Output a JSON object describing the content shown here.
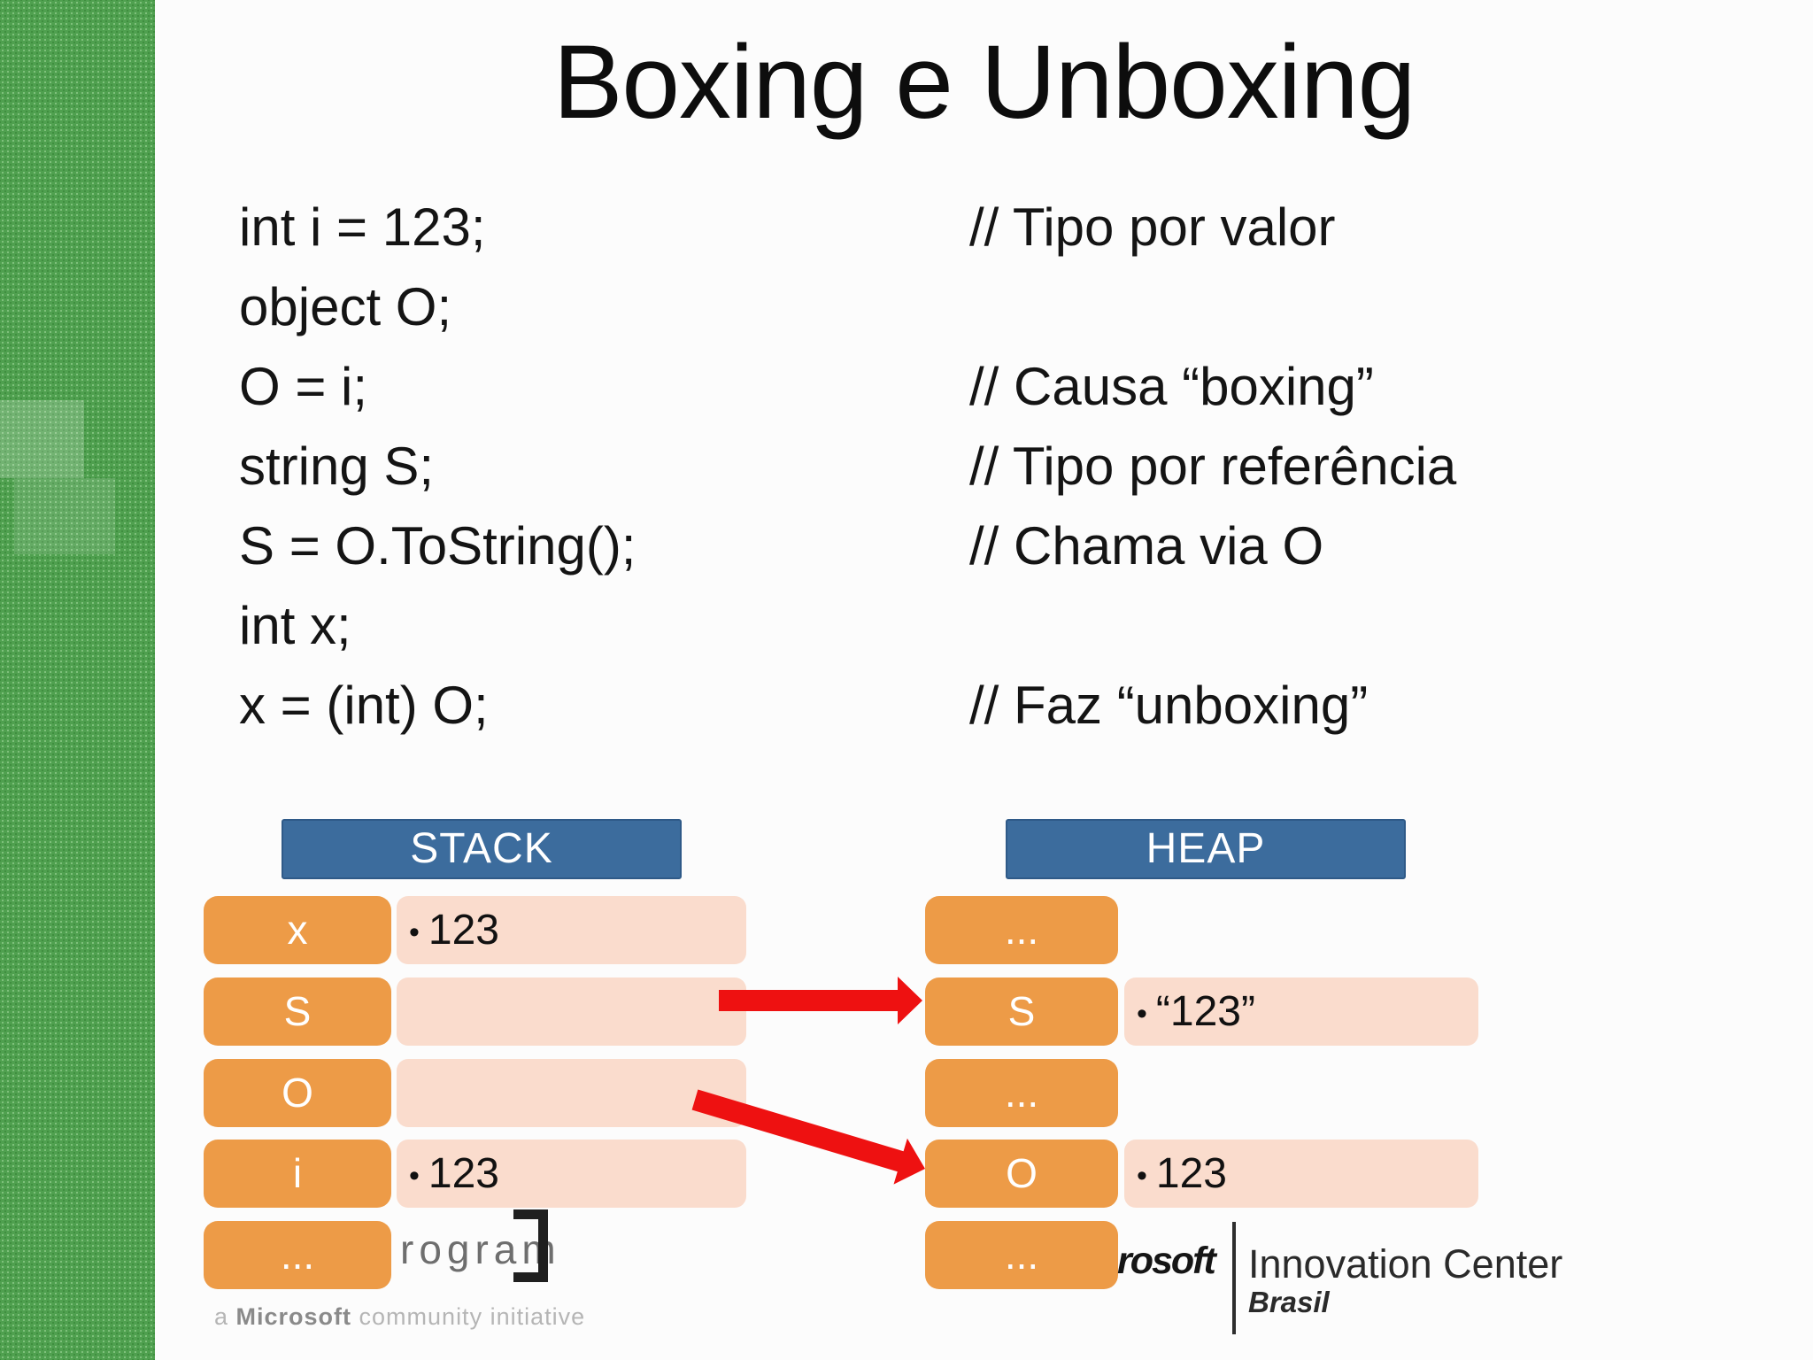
{
  "slide": {
    "title": "Boxing e Unboxing",
    "code_lines": [
      {
        "code": "int i = 123;",
        "comment": "// Tipo por valor"
      },
      {
        "code": "object O;",
        "comment": ""
      },
      {
        "code": "O = i;",
        "comment": "// Causa “boxing”"
      },
      {
        "code": "string S;",
        "comment": "// Tipo por referência"
      },
      {
        "code": "S = O.ToString();",
        "comment": "// Chama via O"
      },
      {
        "code": "int x;",
        "comment": ""
      },
      {
        "code": "x = (int) O;",
        "comment": "// Faz “unboxing”"
      }
    ]
  },
  "diagram": {
    "stack": {
      "header": "STACK",
      "rows": [
        {
          "label": "x",
          "bullet": "•",
          "value": "123"
        },
        {
          "label": "S",
          "value": ""
        },
        {
          "label": "O",
          "value": ""
        },
        {
          "label": "i",
          "bullet": "•",
          "value": "123"
        },
        {
          "label": "..."
        }
      ]
    },
    "heap": {
      "header": "HEAP",
      "rows": [
        {
          "label": "..."
        },
        {
          "label": "S",
          "bullet": "•",
          "value": "“123”"
        },
        {
          "label": "..."
        },
        {
          "label": "O",
          "bullet": "•",
          "value": "123"
        },
        {
          "label": "..."
        }
      ]
    },
    "arrows": [
      {
        "name": "stack-s-to-heap-s",
        "from": "stack S slot",
        "to": "heap S block"
      },
      {
        "name": "stack-o-to-heap-o",
        "from": "stack O slot",
        "to": "heap O block"
      }
    ]
  },
  "watermarks": {
    "left_logo_text": "rogram",
    "left_tagline_a": "a ",
    "left_tagline_b": "Microsoft",
    "left_tagline_c": " community initiative",
    "right_logo_fragment": "rosoft",
    "right_logo_title": "Innovation Center",
    "right_logo_subtitle": "Brasil"
  },
  "colors": {
    "edge_green": "#4fa04f",
    "header_blue": "#3c6c9d",
    "box_orange": "#ed9b47",
    "value_pink": "#fadccd",
    "arrow_red": "#ee1111"
  }
}
